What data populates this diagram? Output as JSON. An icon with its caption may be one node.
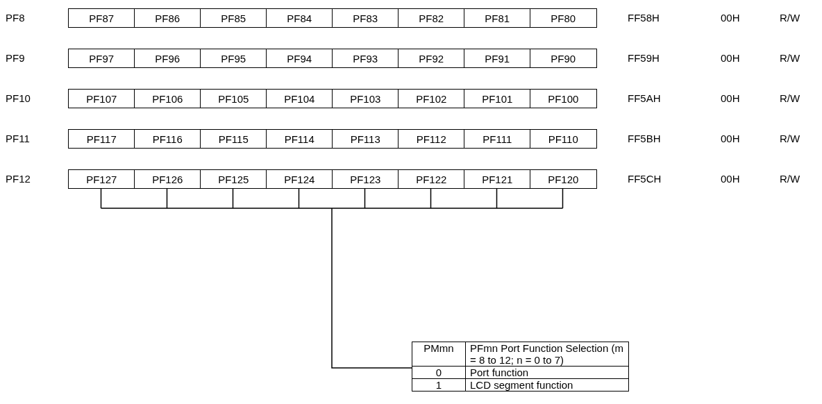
{
  "diagram": {
    "nodes": [
      {
        "text": [
          "PF87"
        ]
      },
      {
        "text": [
          "PF86"
        ]
      },
      {
        "text": [
          "PF85"
        ]
      },
      {
        "text": [
          "PF84"
        ]
      },
      {
        "text": [
          "PF83"
        ]
      },
      {
        "text": [
          "PF82"
        ]
      },
      {
        "text": [
          "PF81"
        ]
      },
      {
        "text": [
          "PF80"
        ]
      },
      {
        "text": [
          "PF97"
        ]
      },
      {
        "text": [
          "PF96"
        ]
      },
      {
        "text": [
          "PF95"
        ]
      },
      {
        "text": [
          "PF94"
        ]
      },
      {
        "text": [
          "PF93"
        ]
      },
      {
        "text": [
          "PF92"
        ]
      },
      {
        "text": [
          "PF91"
        ]
      },
      {
        "text": [
          "PF90"
        ]
      },
      {
        "text": [
          "PF107"
        ]
      },
      {
        "text": [
          "PF106"
        ]
      },
      {
        "text": [
          "PF105"
        ]
      },
      {
        "text": [
          "PF104"
        ]
      },
      {
        "text": [
          "PF103"
        ]
      },
      {
        "text": [
          "PF102"
        ]
      },
      {
        "text": [
          "PF101"
        ]
      },
      {
        "text": [
          "PF100"
        ]
      },
      {
        "text": [
          "PF117"
        ]
      },
      {
        "text": [
          "PF116"
        ]
      },
      {
        "text": [
          "PF115"
        ]
      },
      {
        "text": [
          "PF114"
        ]
      },
      {
        "text": [
          "PF113"
        ]
      },
      {
        "text": [
          "PF112"
        ]
      },
      {
        "text": [
          "PF111"
        ]
      },
      {
        "text": [
          "PF110"
        ]
      },
      {
        "text": [
          "PF127"
        ]
      },
      {
        "text": [
          "PF126"
        ]
      },
      {
        "text": [
          "PF125"
        ]
      },
      {
        "text": [
          "PF124"
        ]
      },
      {
        "text": [
          "PF123"
        ]
      },
      {
        "text": [
          "PF122"
        ]
      },
      {
        "text": [
          "PF121"
        ]
      },
      {
        "text": [
          "PF120"
        ]
      }
    ],
    "labels": [
      "PF8",
      "FF58H",
      "00H",
      "R/W",
      "PF9",
      "FF59H",
      "00H",
      "R/W",
      "PF10",
      "FF5AH",
      "00H",
      "R/W",
      "PF11",
      "FF5BH",
      "00H",
      "R/W",
      "PF12",
      "FF5CH",
      "00H",
      "R/W",
      "PMmn",
      "PFmn Port Function Selection (m = 8 to 12; n = 0 to 7)",
      "0",
      "Port function",
      "1",
      "LCD segment function"
    ]
  }
}
